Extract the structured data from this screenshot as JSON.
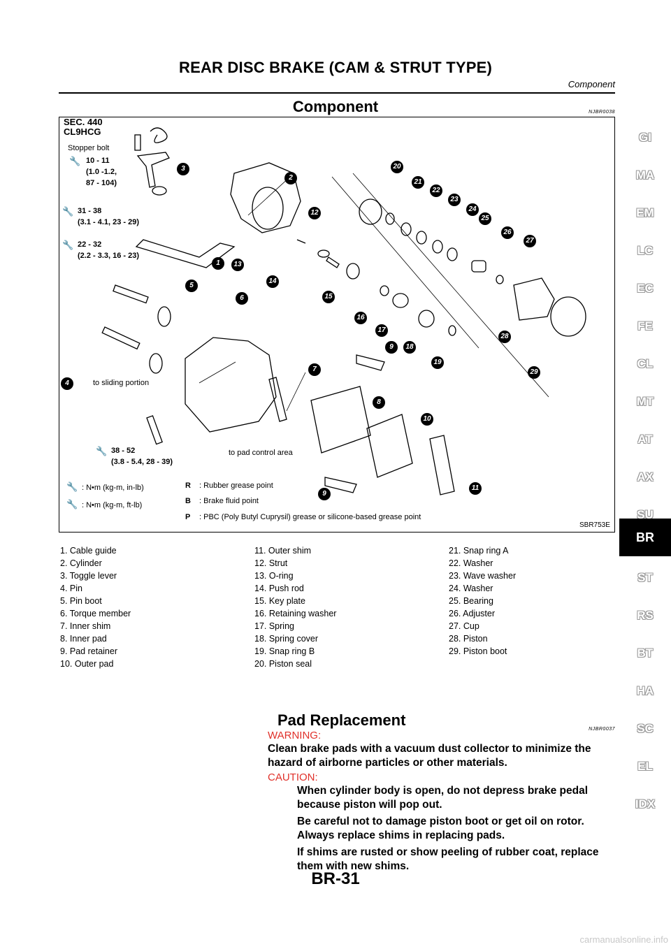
{
  "header": {
    "title": "REAR DISC BRAKE (CAM & STRUT TYPE)",
    "subtitle": "Component"
  },
  "component": {
    "title": "Component",
    "ref": "NJBR0038",
    "figure": {
      "sec": "SEC. 440",
      "model": "CL9HCG",
      "stopper_bolt": "Stopper bolt",
      "torque_1": "10 - 11",
      "torque_1b": "(1.0 -1.2,",
      "torque_1c": "87 - 104)",
      "torque_2": "31 - 38",
      "torque_2b": "(3.1 - 4.1, 23 - 29)",
      "torque_3": "22 - 32",
      "torque_3b": "(2.2 - 3.3, 16 - 23)",
      "torque_4": "38 - 52",
      "torque_4b": "(3.8 - 5.4, 28 - 39)",
      "sliding": "to sliding portion",
      "pad_control": "to pad control area",
      "legend_nm_in": ": N•m (kg-m, in-lb)",
      "legend_nm_ft": ": N•m (kg-m, ft-lb)",
      "legend_r": ": Rubber grease point",
      "legend_b": ": Brake fluid point",
      "legend_p": ": PBC (Poly Butyl Cuprysil) grease or silicone-based grease point",
      "code": "SBR753E",
      "R": "R",
      "B": "B",
      "P": "P",
      "callouts": [
        "1",
        "2",
        "3",
        "4",
        "5",
        "6",
        "7",
        "8",
        "9",
        "9",
        "10",
        "11",
        "12",
        "13",
        "14",
        "15",
        "16",
        "17",
        "18",
        "19",
        "20",
        "21",
        "22",
        "23",
        "24",
        "25",
        "26",
        "27",
        "28",
        "29"
      ]
    },
    "parts_col1": [
      "1. Cable guide",
      "2. Cylinder",
      "3. Toggle lever",
      "4. Pin",
      "5. Pin boot",
      "6. Torque member",
      "7. Inner shim",
      "8. Inner pad",
      "9. Pad retainer",
      "10. Outer pad"
    ],
    "parts_col2": [
      "11. Outer shim",
      "12. Strut",
      "13. O-ring",
      "14. Push rod",
      "15. Key plate",
      "16. Retaining washer",
      "17. Spring",
      "18. Spring cover",
      "19. Snap ring B",
      "20. Piston seal"
    ],
    "parts_col3": [
      "21. Snap ring A",
      "22. Washer",
      "23. Wave washer",
      "24. Washer",
      "25. Bearing",
      "26. Adjuster",
      "27. Cup",
      "28. Piston",
      "29. Piston boot"
    ]
  },
  "pad": {
    "title": "Pad Replacement",
    "ref": "NJBR0037",
    "warning_label": "WARNING:",
    "warning_text": "Clean brake pads with a vacuum dust collector to minimize the hazard of airborne particles or other materials.",
    "caution_label": "CAUTION:",
    "caution_items": [
      "When cylinder body is open, do not depress brake pedal because piston will pop out.",
      "Be careful not to damage piston boot or get oil on rotor. Always replace shims in replacing pads.",
      "If shims are rusted or show peeling of rubber coat, replace them with new shims."
    ]
  },
  "page_number": "BR-31",
  "sidebar": [
    "GI",
    "MA",
    "EM",
    "LC",
    "EC",
    "FE",
    "CL",
    "MT",
    "AT",
    "AX",
    "SU",
    "BR",
    "ST",
    "RS",
    "BT",
    "HA",
    "SC",
    "EL",
    "IDX"
  ],
  "sidebar_active": "BR",
  "watermark": "carmanualsonline.info"
}
